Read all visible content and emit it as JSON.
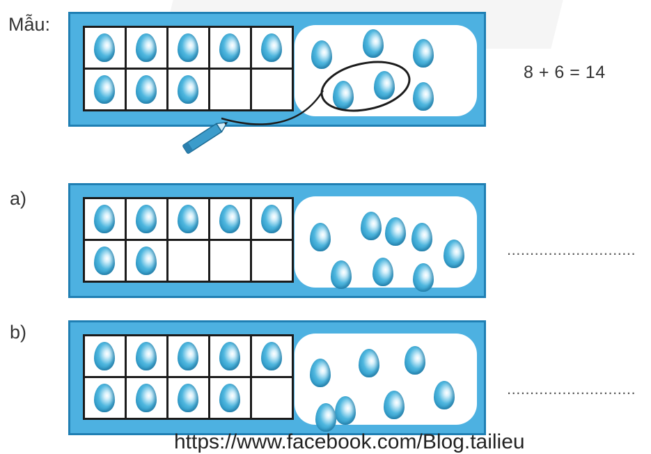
{
  "labels": {
    "sample": "Mẫu:",
    "a": "a)",
    "b": "b)"
  },
  "sample": {
    "frame_filled": 8,
    "cloud_eggs": 6,
    "equation": "8 + 6 = 14"
  },
  "exercise_a": {
    "frame_filled": 7,
    "cloud_eggs": 8,
    "answer": "............................"
  },
  "exercise_b": {
    "frame_filled": 9,
    "cloud_eggs": 7,
    "answer": "............................"
  },
  "footer": "https://www.facebook.com/Blog.tailieu",
  "colors": {
    "panel": "#4db1e1",
    "panel_border": "#1f7fb3",
    "egg": "#1b8cc1"
  },
  "icons": {
    "pencil": "pencil-icon",
    "egg": "egg-icon"
  }
}
